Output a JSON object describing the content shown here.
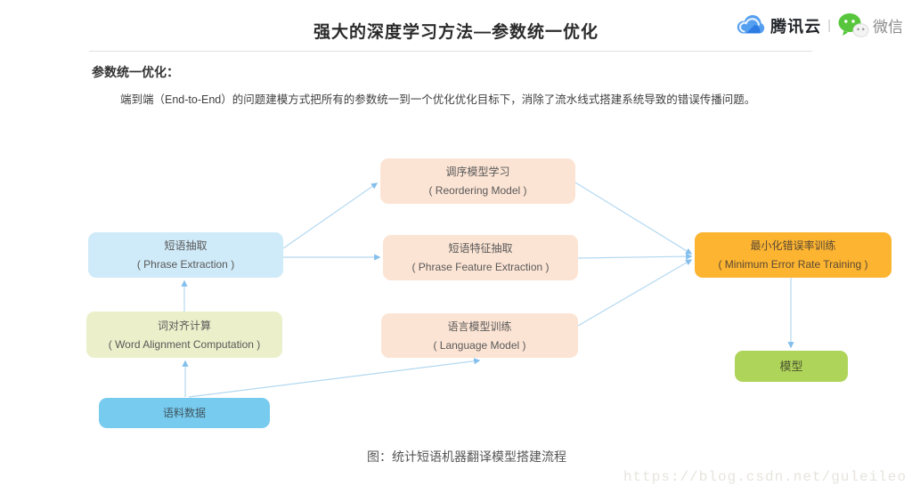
{
  "header": {
    "title": "强大的深度学习方法—参数统一优化",
    "brand": {
      "tencent_cloud_label": "腾讯云",
      "separator": "|",
      "wechat_label": "微信"
    }
  },
  "section": {
    "heading": "参数统一优化：",
    "paragraph": "端到端（End-to-End）的问题建模方式把所有的参数统一到一个优化优化目标下，消除了流水线式搭建系统导致的错误传播问题。"
  },
  "diagram": {
    "caption": "图：统计短语机器翻译模型搭建流程",
    "nodes": {
      "reordering": {
        "title": "调序模型学习",
        "subtitle": "( Reordering Model )",
        "color": "#fce4d4"
      },
      "phrase": {
        "title": "短语抽取",
        "subtitle": "( Phrase Extraction )",
        "color": "#cfeaf8"
      },
      "feature": {
        "title": "短语特征抽取",
        "subtitle": "( Phrase Feature Extraction )",
        "color": "#fce4d4"
      },
      "mert": {
        "title": "最小化错误率训练",
        "subtitle": "( Minimum Error Rate Training )",
        "color": "#fcb431"
      },
      "alignment": {
        "title": "词对齐计算",
        "subtitle": "( Word Alignment Computation )",
        "color": "#ebf0ca"
      },
      "language": {
        "title": "语言模型训练",
        "subtitle": "( Language Model )",
        "color": "#fce4d4"
      },
      "model": {
        "title": "模型",
        "color": "#afd45a"
      },
      "corpus": {
        "title": "语料数据",
        "color": "#77cbee"
      }
    },
    "edges": [
      {
        "from": "短语抽取",
        "to": "调序模型学习"
      },
      {
        "from": "短语抽取",
        "to": "短语特征抽取"
      },
      {
        "from": "调序模型学习",
        "to": "最小化错误率训练"
      },
      {
        "from": "短语特征抽取",
        "to": "最小化错误率训练"
      },
      {
        "from": "语言模型训练",
        "to": "最小化错误率训练"
      },
      {
        "from": "词对齐计算",
        "to": "短语抽取"
      },
      {
        "from": "语料数据",
        "to": "词对齐计算"
      },
      {
        "from": "语料数据",
        "to": "语言模型训练"
      },
      {
        "from": "最小化错误率训练",
        "to": "模型"
      }
    ],
    "arrow_color": "#a9d3ef"
  },
  "watermark": "https://blog.csdn.net/guleileo"
}
